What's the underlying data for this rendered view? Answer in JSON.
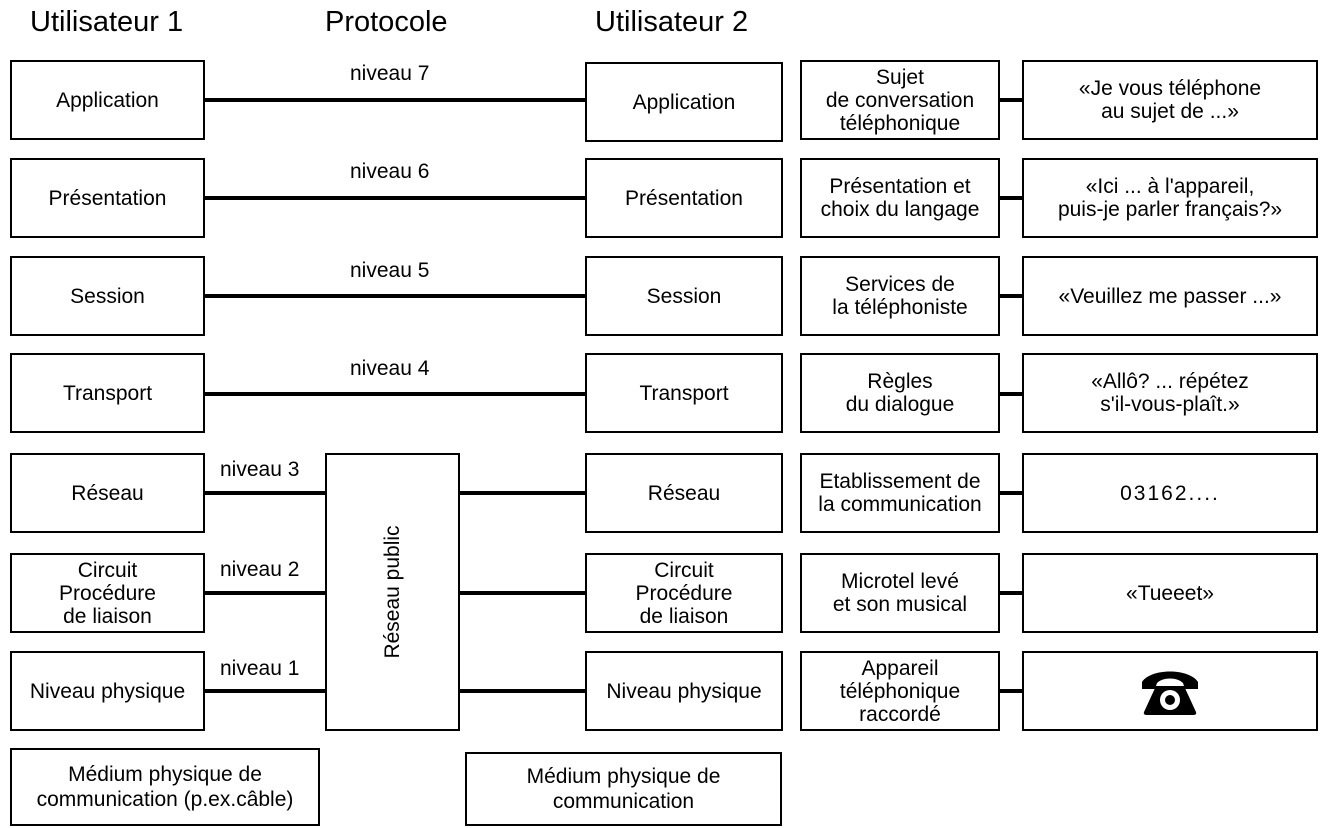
{
  "headers": {
    "user1": "Utilisateur 1",
    "protocol": "Protocole",
    "user2": "Utilisateur 2"
  },
  "layers": [
    {
      "level": "niveau 7",
      "user1": "Application",
      "user2": "Application",
      "analogy": "Sujet\nde conversation\ntéléphonique",
      "example": "«Je vous téléphone\nau sujet de ...»"
    },
    {
      "level": "niveau 6",
      "user1": "Présentation",
      "user2": "Présentation",
      "analogy": "Présentation et\nchoix du langage",
      "example": "«Ici ... à l'appareil,\npuis-je parler français?»"
    },
    {
      "level": "niveau 5",
      "user1": "Session",
      "user2": "Session",
      "analogy": "Services de\nla téléphoniste",
      "example": "«Veuillez me passer ...»"
    },
    {
      "level": "niveau 4",
      "user1": "Transport",
      "user2": "Transport",
      "analogy": "Règles\ndu dialogue",
      "example": "«Allô? ... répétez\ns'il-vous-plaît.»"
    },
    {
      "level": "niveau 3",
      "user1": "Réseau",
      "user2": "Réseau",
      "analogy": "Etablissement de\nla communication",
      "example": "03162...."
    },
    {
      "level": "niveau 2",
      "user1": "Circuit\nProcédure\nde liaison",
      "user2": "Circuit\nProcédure\nde liaison",
      "analogy": "Microtel levé\net son musical",
      "example": "«Tueeet»"
    },
    {
      "level": "niveau 1",
      "user1": "Niveau physique",
      "user2": "Niveau physique",
      "analogy": "Appareil\ntéléphonique\nraccordé",
      "example_icon": "telephone-icon"
    }
  ],
  "public_network": "Réseau public",
  "media": {
    "user1": "Médium physique de\ncommunication (p.ex.câble)",
    "user2": "Médium physique de\ncommunication"
  },
  "colors": {
    "line": "#000000",
    "background": "#ffffff"
  }
}
